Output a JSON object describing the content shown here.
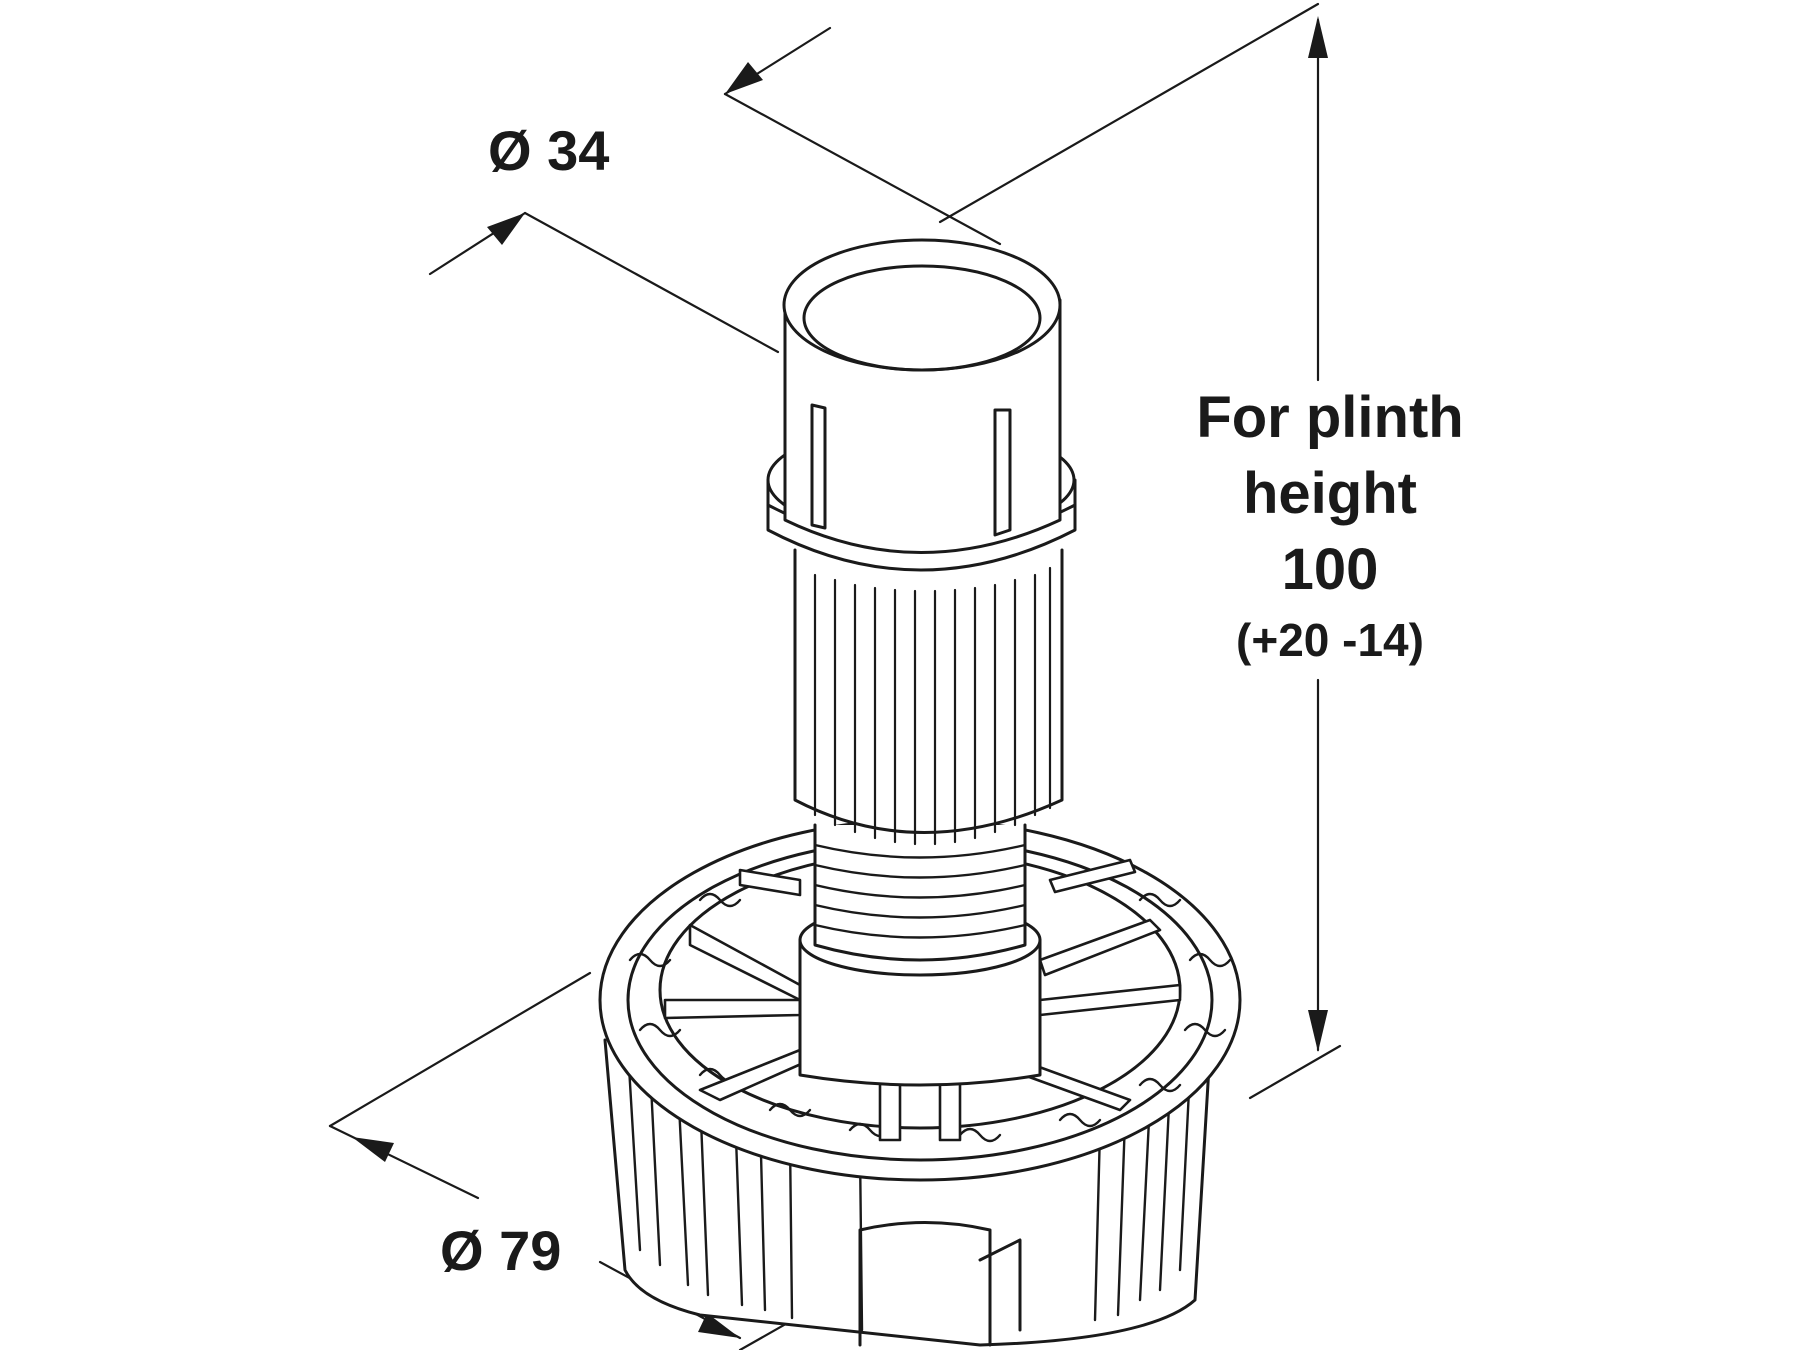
{
  "diagram": {
    "dimension_top_diameter": "Ø 34",
    "dimension_base_diameter": "Ø 79",
    "plinth_label": {
      "line1": "For plinth",
      "line2": "height",
      "line3": "100",
      "line4": "(+20 -14)"
    }
  }
}
